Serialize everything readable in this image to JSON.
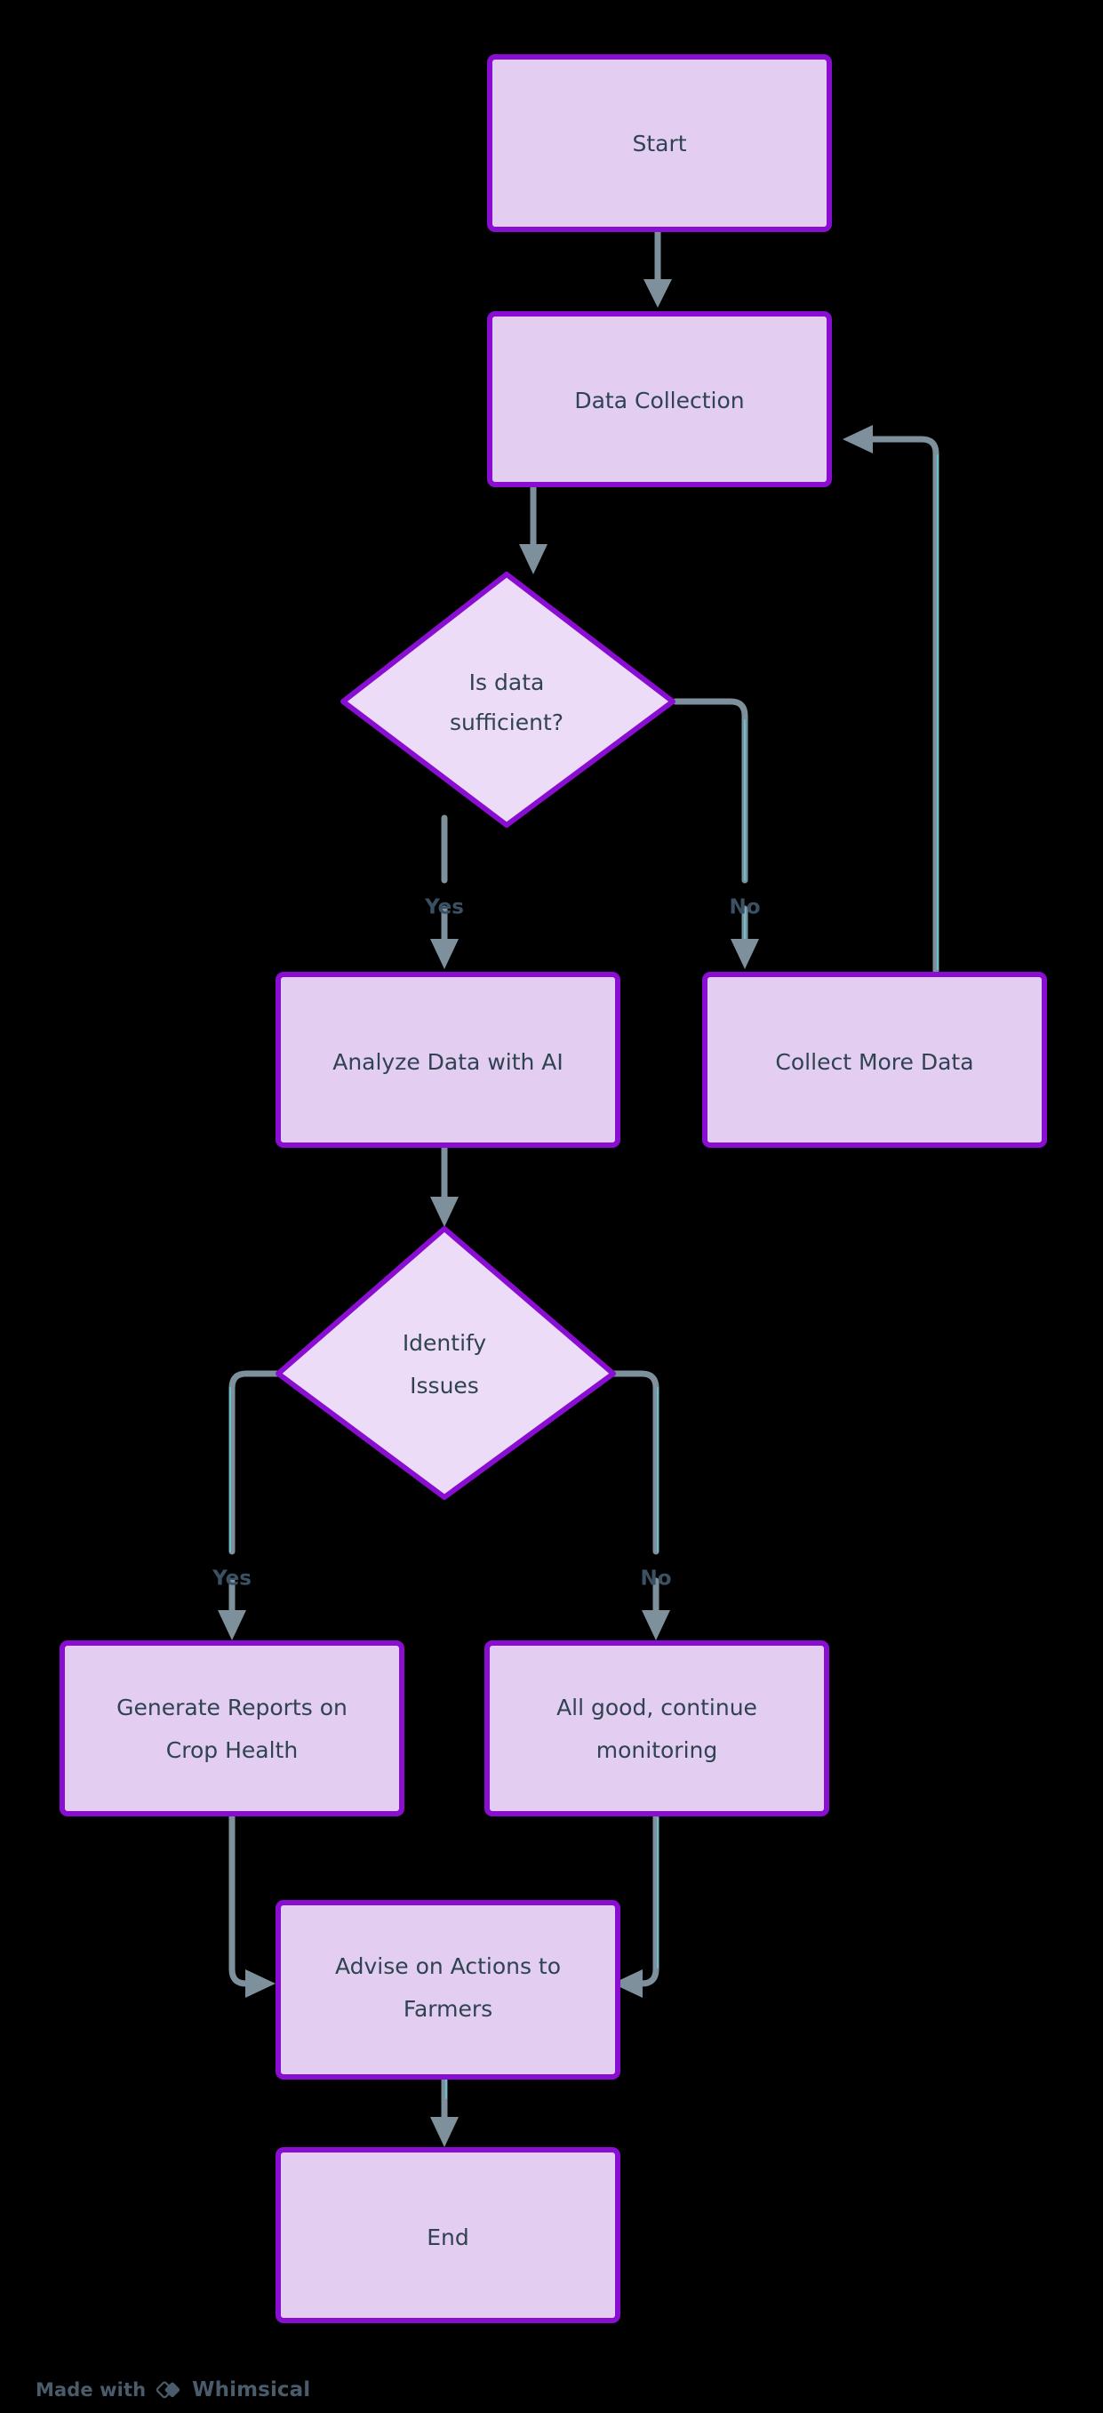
{
  "diagram": {
    "title": "Crop Monitoring AI Flowchart",
    "type": "flowchart",
    "background_color": "#000000",
    "node_fill": "#e3cef2",
    "node_border": "#8a0ed1",
    "node_text_color": "#2f4350",
    "edge_color": "#7e909c",
    "edge_accent_color": "#63c9d6",
    "edge_label_color": "#3b5062"
  },
  "nodes": [
    {
      "id": "start",
      "shape": "rect",
      "label": "Start",
      "lines": [
        "Start"
      ]
    },
    {
      "id": "collect",
      "shape": "rect",
      "label": "Data Collection",
      "lines": [
        "Data Collection"
      ]
    },
    {
      "id": "sufficient",
      "shape": "diamond",
      "label": "Is data sufficient?",
      "lines": [
        "Is data",
        "sufficient?"
      ]
    },
    {
      "id": "analyze",
      "shape": "rect",
      "label": "Analyze Data with AI",
      "lines": [
        "Analyze Data with AI"
      ]
    },
    {
      "id": "more",
      "shape": "rect",
      "label": "Collect More Data",
      "lines": [
        "Collect More Data"
      ]
    },
    {
      "id": "identify",
      "shape": "diamond",
      "label": "Identify Issues",
      "lines": [
        "Identify",
        "Issues"
      ]
    },
    {
      "id": "reports",
      "shape": "rect",
      "label": "Generate Reports on Crop Health",
      "lines": [
        "Generate Reports on",
        "Crop Health"
      ]
    },
    {
      "id": "allgood",
      "shape": "rect",
      "label": "All good, continue monitoring",
      "lines": [
        "All good, continue",
        "monitoring"
      ]
    },
    {
      "id": "advise",
      "shape": "rect",
      "label": "Advise on Actions to Farmers",
      "lines": [
        "Advise on Actions to",
        "Farmers"
      ]
    },
    {
      "id": "end",
      "shape": "rect",
      "label": "End",
      "lines": [
        "End"
      ]
    }
  ],
  "edges": [
    {
      "from": "start",
      "to": "collect",
      "label": ""
    },
    {
      "from": "collect",
      "to": "sufficient",
      "label": ""
    },
    {
      "from": "sufficient",
      "to": "analyze",
      "label": "Yes"
    },
    {
      "from": "sufficient",
      "to": "more",
      "label": "No"
    },
    {
      "from": "more",
      "to": "collect",
      "label": ""
    },
    {
      "from": "analyze",
      "to": "identify",
      "label": ""
    },
    {
      "from": "identify",
      "to": "reports",
      "label": "Yes"
    },
    {
      "from": "identify",
      "to": "allgood",
      "label": "No"
    },
    {
      "from": "reports",
      "to": "advise",
      "label": ""
    },
    {
      "from": "allgood",
      "to": "advise",
      "label": ""
    },
    {
      "from": "advise",
      "to": "end",
      "label": ""
    }
  ],
  "edge_labels": {
    "sufficient_yes": "Yes",
    "sufficient_no": "No",
    "identify_yes": "Yes",
    "identify_no": "No"
  },
  "node_text": {
    "start": "Start",
    "collect": "Data Collection",
    "sufficient_l1": "Is data",
    "sufficient_l2": "sufficient?",
    "analyze": "Analyze Data with AI",
    "more": "Collect More Data",
    "identify_l1": "Identify",
    "identify_l2": "Issues",
    "reports_l1": "Generate Reports on",
    "reports_l2": "Crop Health",
    "allgood_l1": "All good, continue",
    "allgood_l2": "monitoring",
    "advise_l1": "Advise on Actions to",
    "advise_l2": "Farmers",
    "end": "End"
  },
  "footer": {
    "made_with": "Made with",
    "brand": "Whimsical",
    "logo_icon": "whimsical-diamonds-icon",
    "color": "#4a5c6b"
  }
}
